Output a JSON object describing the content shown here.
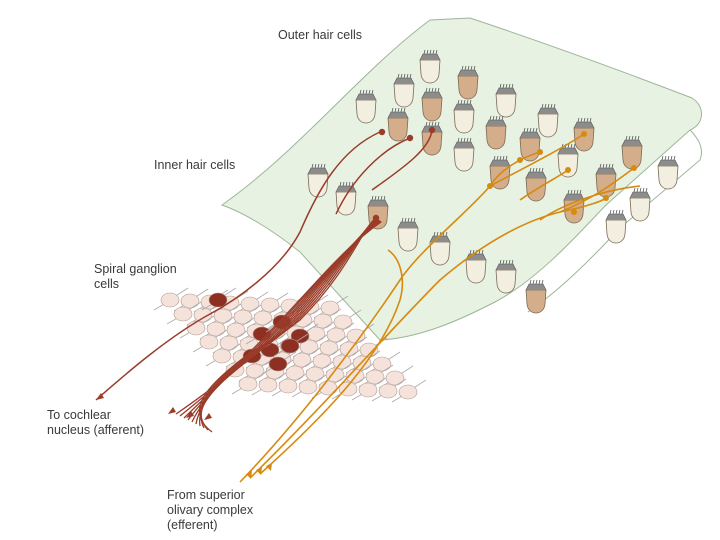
{
  "labels": {
    "outer_hair_cells": "Outer hair cells",
    "inner_hair_cells": "Inner hair cells",
    "spiral_ganglion_cells": "Spiral ganglion\ncells",
    "to_cochlear_nucleus": "To cochlear\nnucleus (afferent)",
    "from_superior_olivary": "From superior\nolivary complex\n(efferent)"
  },
  "colors": {
    "membrane": "#e7f2e2",
    "afferent": "#9a3c2a",
    "efferent": "#d68a10",
    "ganglion_light": "#f5e2da",
    "ganglion_dark": "#8e2f24",
    "hair_cell_light": "#f2efe0",
    "hair_cell_tan": "#d4ad8a"
  }
}
